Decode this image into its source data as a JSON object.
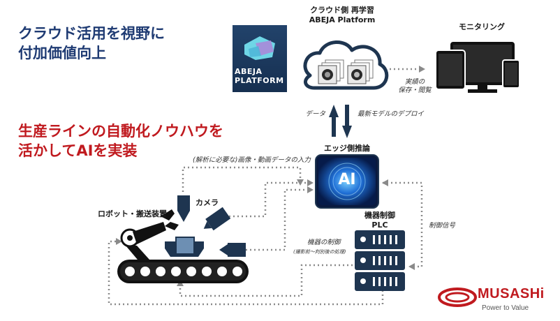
{
  "headline_blue": [
    "クラウド活用を視野に",
    "付加価値向上"
  ],
  "headline_red": [
    "生産ラインの自動化ノウハウを",
    "活かしてAIを実装"
  ],
  "abeja_logo": {
    "line1": "ABEJA",
    "line2": "PLATFORM",
    "color": "#1e3a5f"
  },
  "cloud_title": [
    "クラウド側 再学習",
    "ABEJA Platform"
  ],
  "monitoring_label": "モニタリング",
  "results_label": [
    "実績の",
    "保存・閲覧"
  ],
  "data_label": "データ",
  "deploy_label": "最新モデルのデプロイ",
  "edge_label": "エッジ側推論",
  "ai_label": "AI",
  "input_label": "(解析に必要な)画像・動画データの入力",
  "camera_label": "カメラ",
  "robot_label": "ロボット・搬送装置",
  "plc_label": [
    "機器制御",
    "PLC"
  ],
  "control_signal_label": "制御信号",
  "device_control_label": "機器の制御",
  "device_control_sub": "(撮影前～判別後の処理)",
  "brand": {
    "name": "MUSASHi",
    "tagline": "Power to Value",
    "color": "#c01a1f"
  },
  "colors": {
    "navy": "#1e3550",
    "accent_red": "#c01a1f",
    "dark_blue": "#1f3b73"
  }
}
